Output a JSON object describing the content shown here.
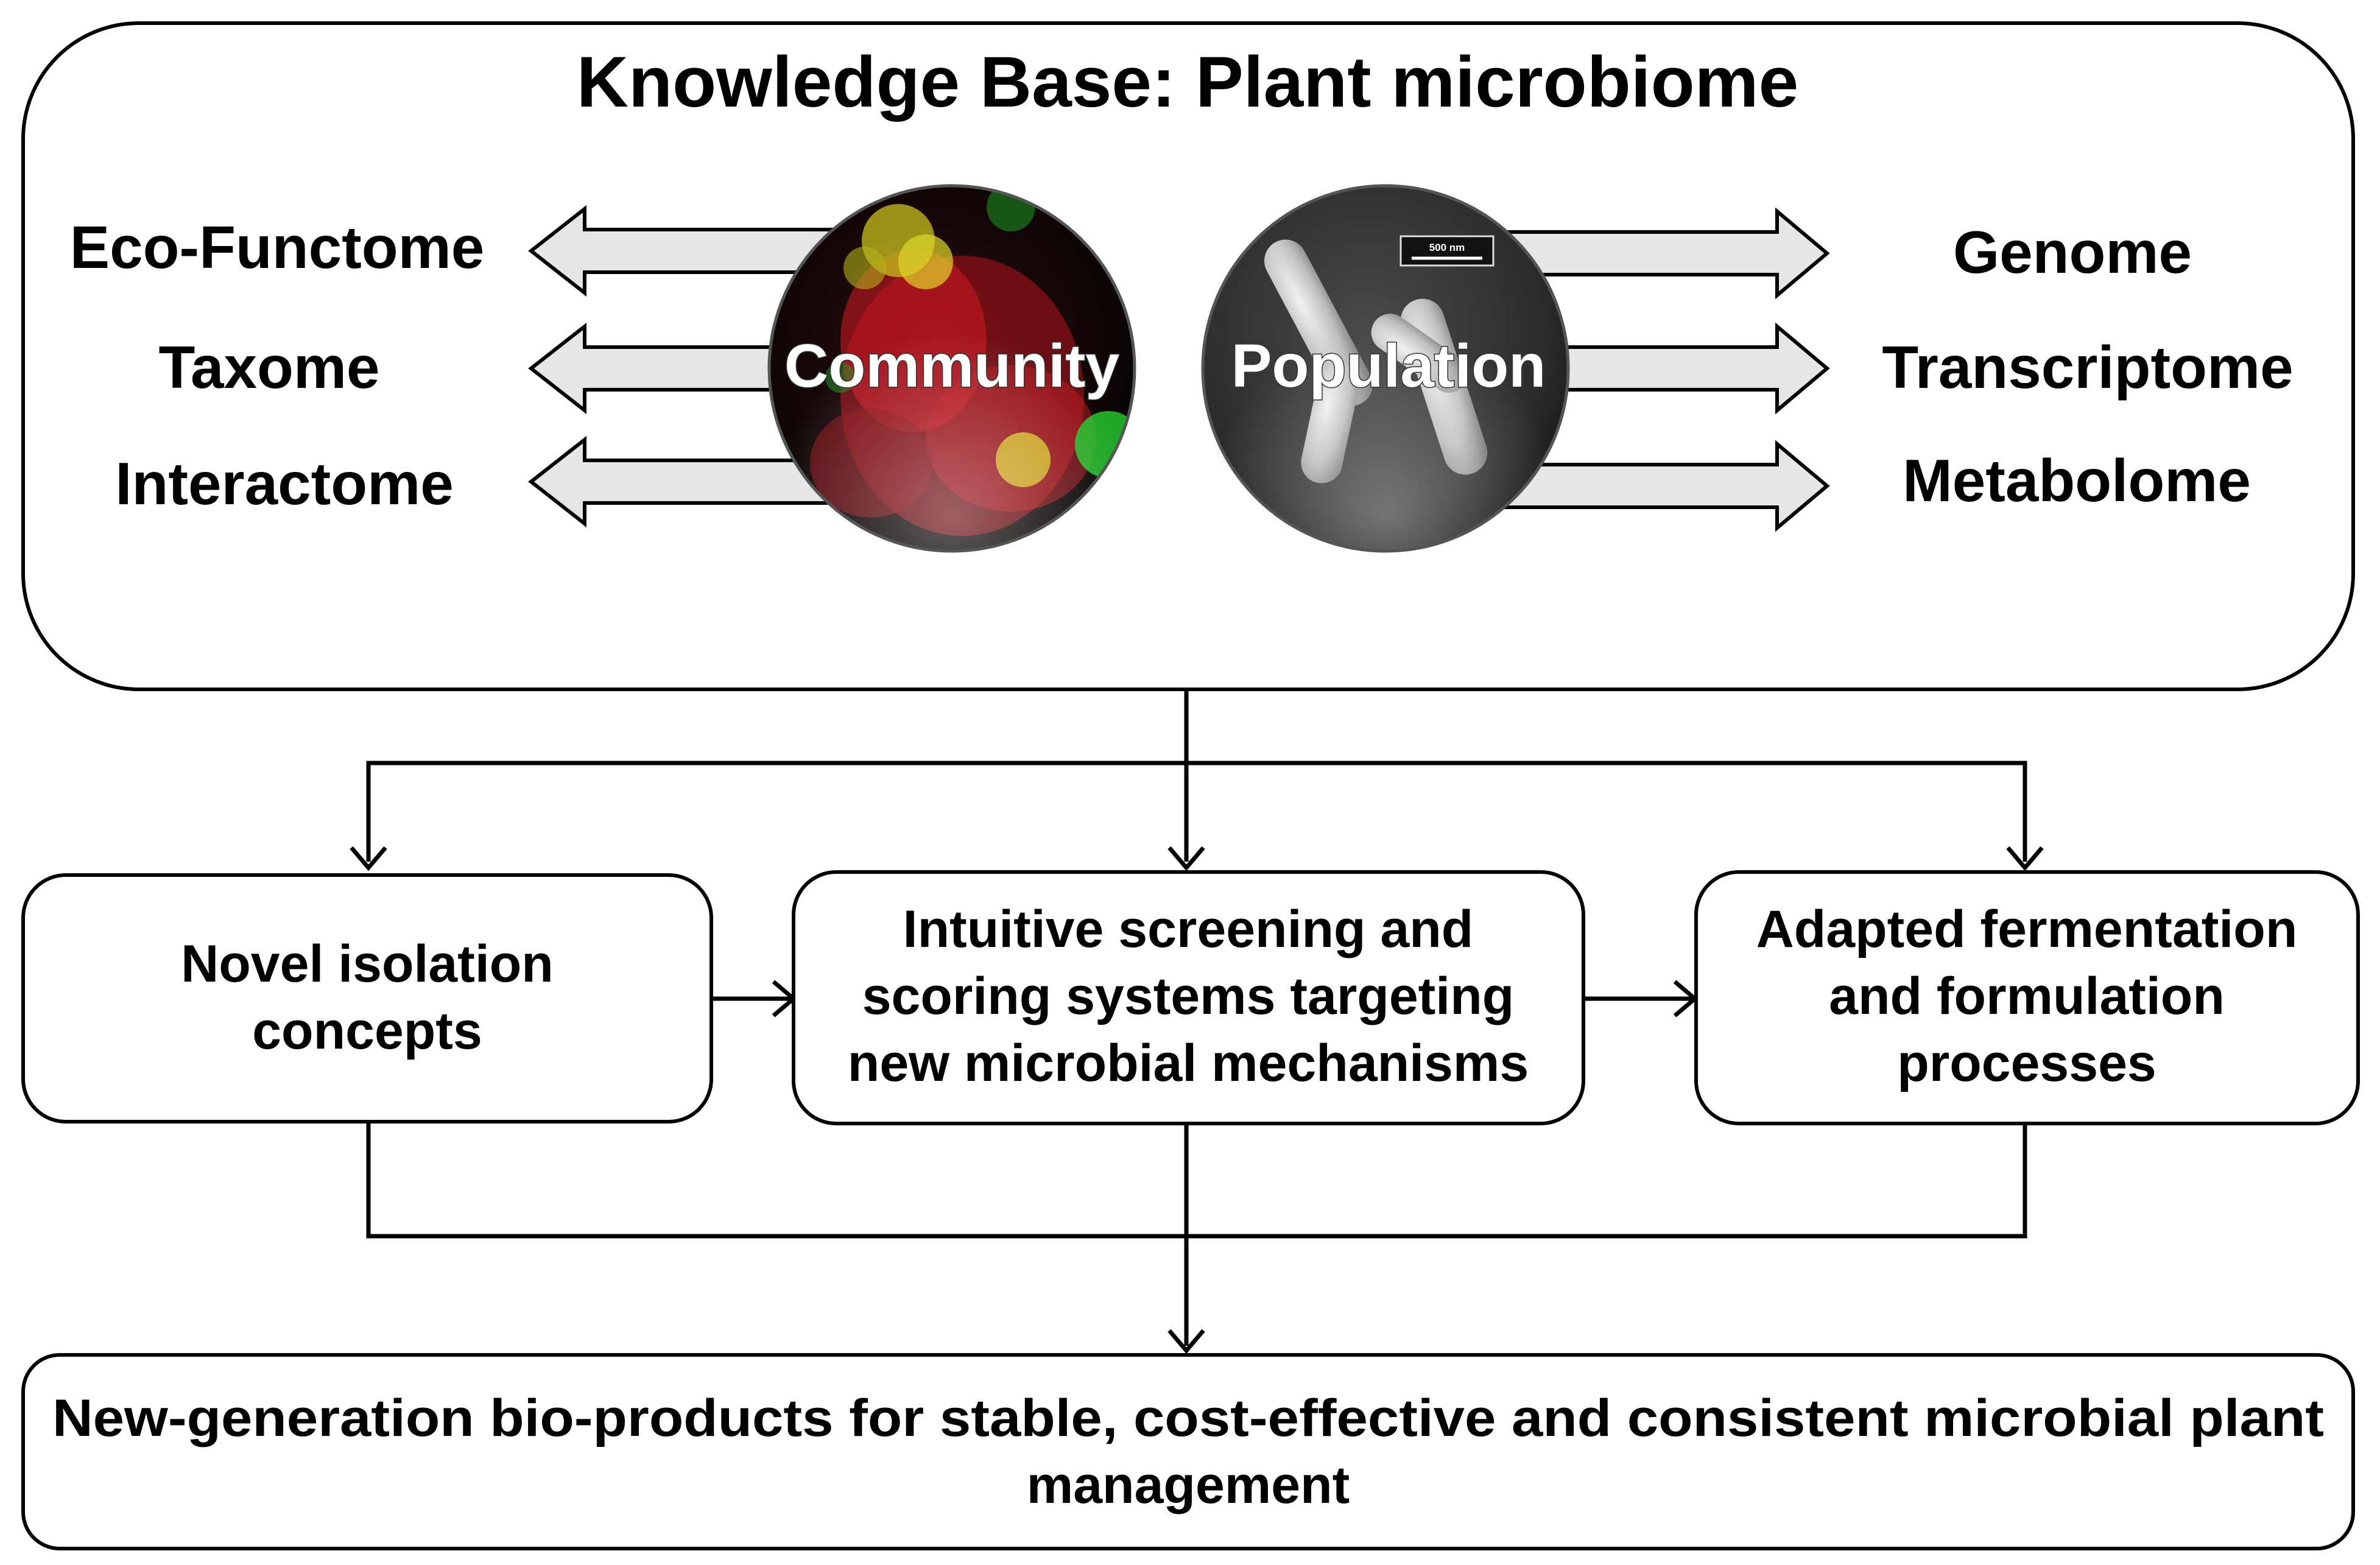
{
  "knowledge_base": {
    "title": "Knowledge Base: Plant microbiome",
    "left_items": [
      "Eco-Functome",
      "Taxome",
      "Interactome"
    ],
    "right_items": [
      "Genome",
      "Transcriptome",
      "Metabolome"
    ],
    "community_label": "Community",
    "population_label": "Population",
    "scale_bar_label": "500 nm"
  },
  "process_boxes": [
    {
      "lines": [
        "Novel isolation",
        "concepts"
      ]
    },
    {
      "lines": [
        "Intuitive screening and",
        "scoring systems targeting",
        "new microbial mechanisms"
      ]
    },
    {
      "lines": [
        "Adapted fermentation",
        "and formulation",
        "processes"
      ]
    }
  ],
  "output_box": {
    "lines": [
      "New-generation bio-products for stable, cost-effective and consistent microbial plant",
      "management"
    ]
  }
}
